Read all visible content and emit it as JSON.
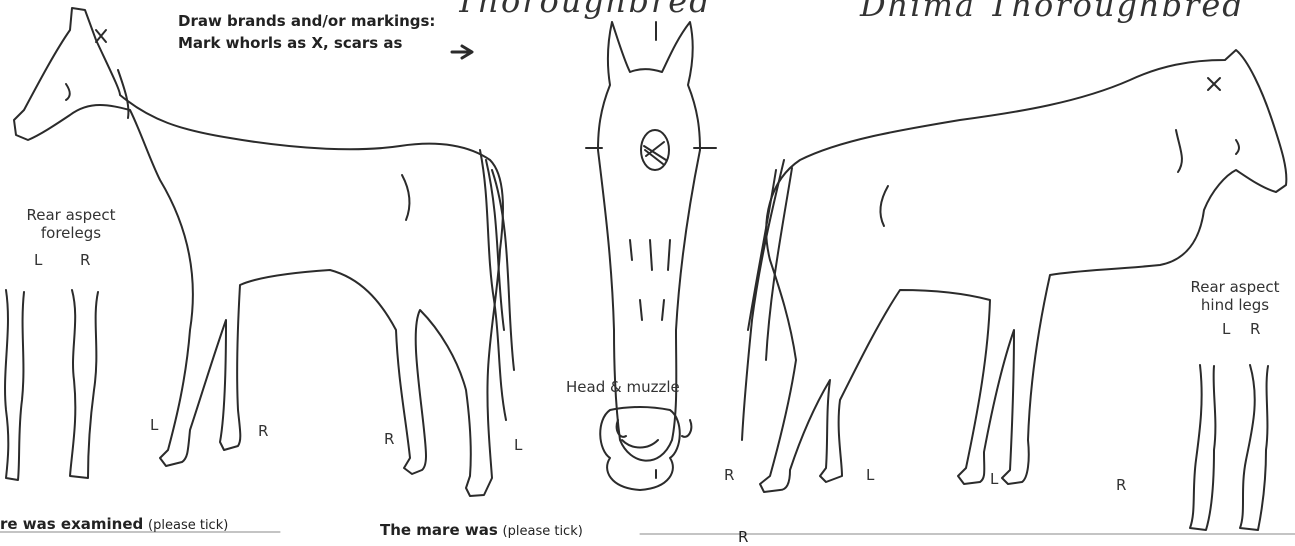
{
  "handwriting": {
    "top_center": "Thoroughbred",
    "top_right": "Dhima Thoroughbred"
  },
  "instructions": {
    "line1": "Draw brands and/or markings:",
    "line2": "Mark whorls as X, scars as"
  },
  "labels": {
    "rear_forelegs_line1": "Rear aspect",
    "rear_forelegs_line2": "forelegs",
    "rear_hindlegs_line1": "Rear aspect",
    "rear_hindlegs_line2": "hind legs",
    "leg_left": "L",
    "leg_right": "R",
    "head_muzzle": "Head & muzzle"
  },
  "left_horse_legs": {
    "front_left": "L",
    "front_right": "R",
    "hind_right": "R",
    "hind_left": "L"
  },
  "right_horse_legs": {
    "hind_right": "R",
    "hind_left": "L",
    "front_left": "L",
    "front_right": "R"
  },
  "footer": {
    "examined_bold": "re was examined",
    "examined_note": "(please tick)",
    "mare_bold": "The mare was",
    "mare_note": "(please tick)",
    "cut": "R"
  }
}
